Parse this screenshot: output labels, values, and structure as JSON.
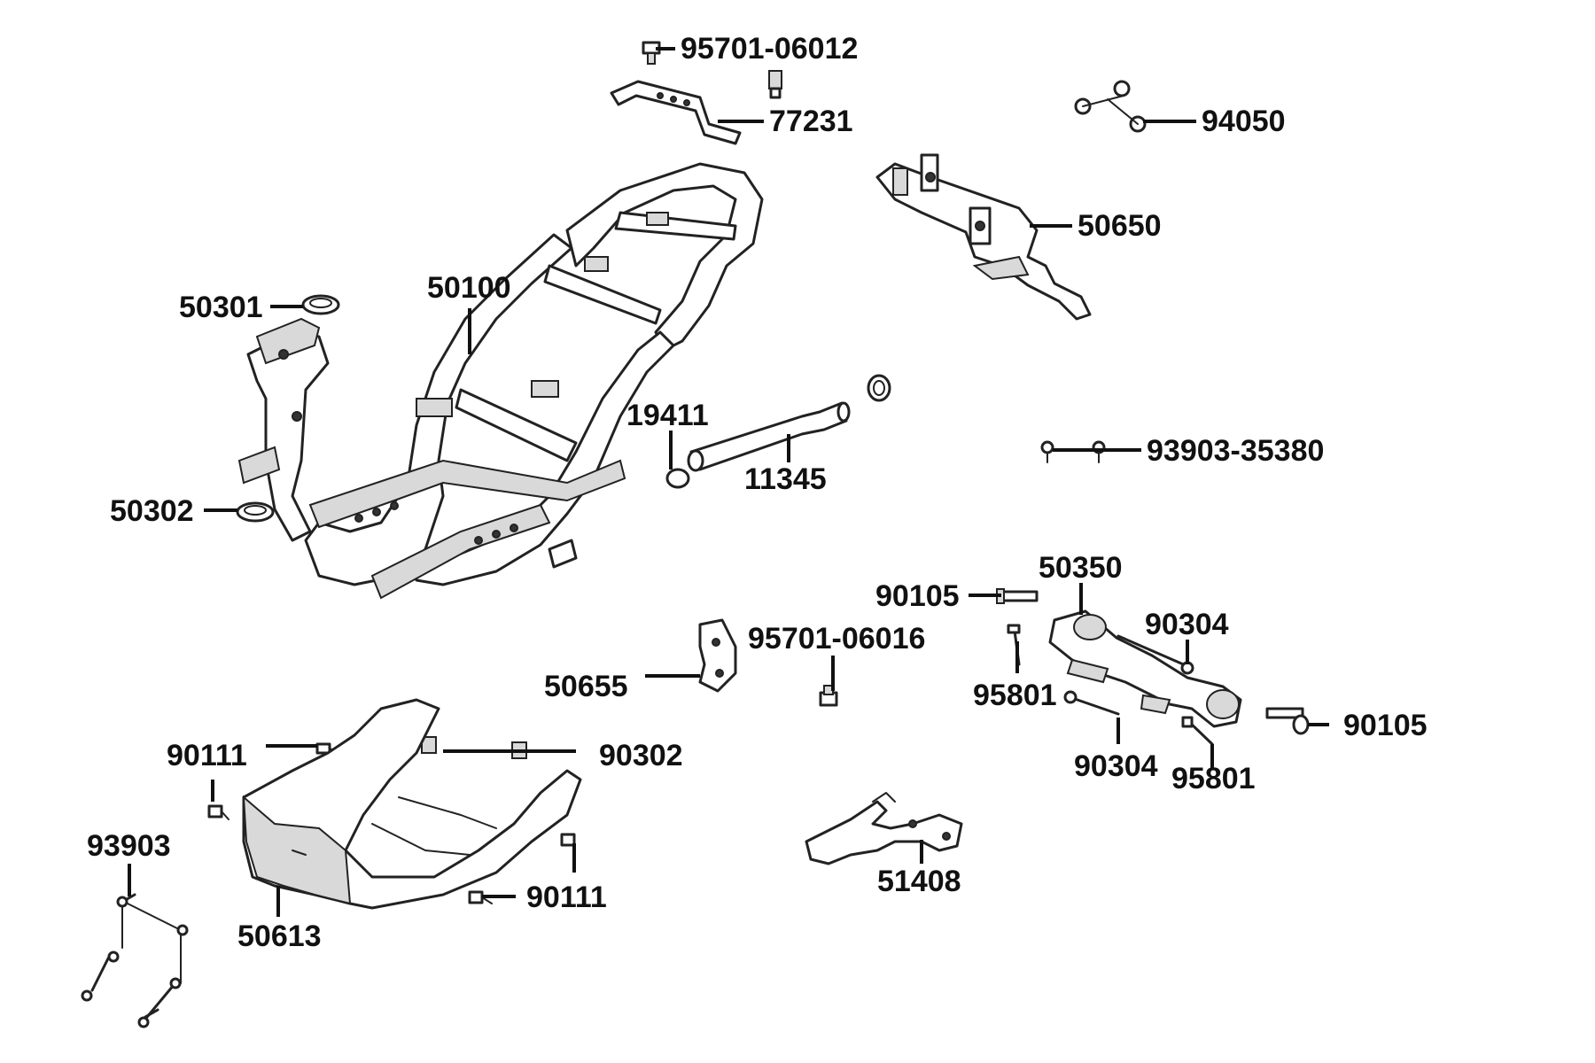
{
  "labels": {
    "p95701_06012": "95701-06012",
    "p77231": "77231",
    "p94050": "94050",
    "p50650": "50650",
    "p50100": "50100",
    "p50301": "50301",
    "p19411": "19411",
    "p11345": "11345",
    "p93903_35380": "93903-35380",
    "p50302": "50302",
    "p50350": "50350",
    "p90105_a": "90105",
    "p90304_a": "90304",
    "p95701_06016": "95701-06016",
    "p50655": "50655",
    "p95801_a": "95801",
    "p90105_b": "90105",
    "p90111_a": "90111",
    "p90302": "90302",
    "p90304_b": "90304",
    "p95801_b": "95801",
    "p93903": "93903",
    "p90111_b": "90111",
    "p51408": "51408",
    "p50613": "50613"
  }
}
